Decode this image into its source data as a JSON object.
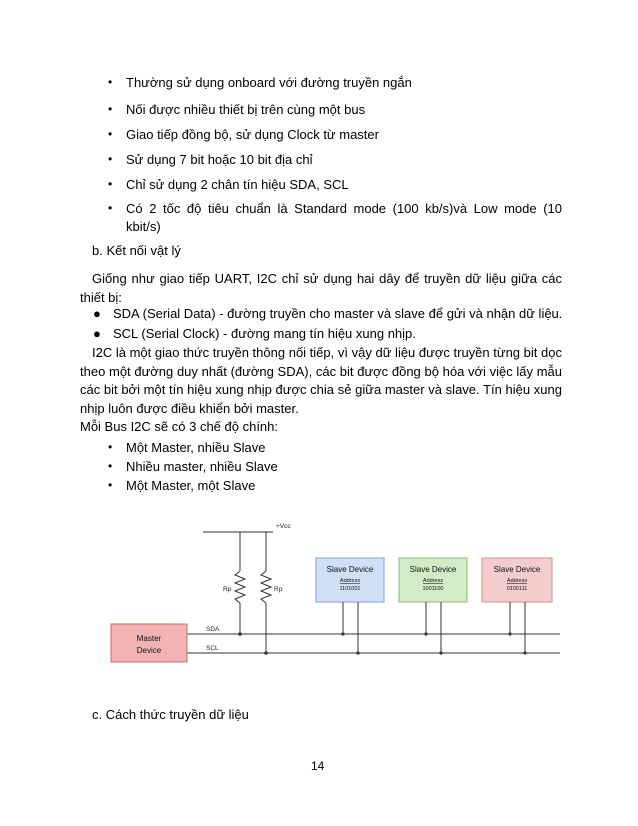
{
  "bullets_top": [
    "Thường sử dụng onboard với đường truyền ngắn",
    "Nối được nhiều thiết bị trên cùng một bus",
    "Giao tiếp đồng bộ, sử dụng Clock từ master",
    "Sử dụng 7 bit hoặc 10 bit địa chỉ",
    "Chỉ sử dụng 2 chân tín hiệu SDA, SCL",
    "Có 2 tốc độ tiêu chuẩn là Standard mode (100 kb/s)và Low mode (10",
    "kbit/s)"
  ],
  "section_b": "b.  Kết nối vật lý",
  "para1": "Giống như giao tiếp UART, I2C chỉ sử dụng hai dây để truyền dữ liệu giữa các thiết bị:",
  "bullets_lines": [
    "SDA (Serial Data) - đường truyền cho master và slave để gửi và nhận dữ liệu.",
    "SCL (Serial Clock) - đường mang tín hiệu xung nhịp."
  ],
  "para2": "I2C là một giao thức truyền thông nối tiếp, vì vậy dữ liệu được truyền từng bit dọc theo một đường duy nhất (đường SDA), các bit được đồng bộ hóa với việc lấy mẫu các bit bởi một tín hiệu xung nhịp được chia sẻ giữa master và slave. Tín hiệu xung nhịp luôn được điều khiển bởi master.",
  "para3": "Mỗi Bus I2C sẽ có 3 chế độ chính:",
  "bullets_modes": [
    "Một Master, nhiều Slave",
    "Nhiều master, nhiều Slave",
    "Một Master, một Slave"
  ],
  "diagram": {
    "vcc": "+Vcc",
    "rp1": "Rp",
    "rp2": "Rp",
    "sda": "SDA",
    "scl": "SCL",
    "master": [
      "Master",
      "Device"
    ],
    "slaves": [
      {
        "title": "Slave Device",
        "addr_label": "Address",
        "addr": "1101001",
        "fill": "#cfe0f5",
        "stroke": "#7fa3d6"
      },
      {
        "title": "Slave Device",
        "addr_label": "Address",
        "addr": "1001100",
        "fill": "#d3ecc8",
        "stroke": "#86bf6f"
      },
      {
        "title": "Slave Device",
        "addr_label": "Address",
        "addr": "0100111",
        "fill": "#f4cccc",
        "stroke": "#d48c8c"
      }
    ],
    "master_fill": "#f3b3b3",
    "master_stroke": "#c76c6c"
  },
  "section_c": "c.  Cách thức truyền dữ liệu",
  "page_number": "14"
}
